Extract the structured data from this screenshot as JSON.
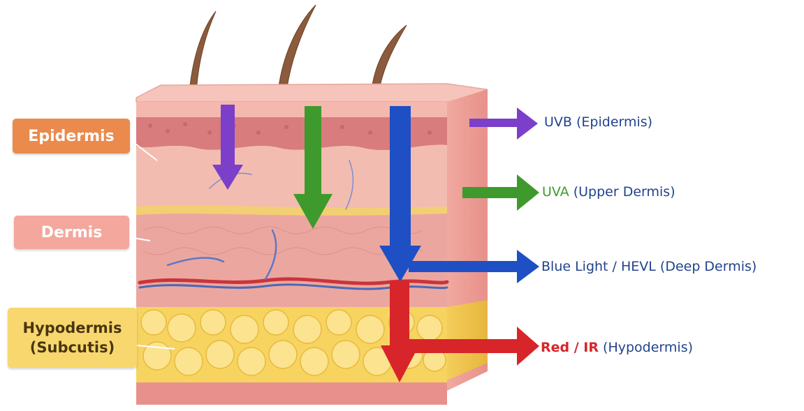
{
  "layers": {
    "epidermis": "Epidermis",
    "dermis": "Dermis",
    "hypodermis_line1": "Hypodermis",
    "hypodermis_line2": "(Subcutis)"
  },
  "penetration": [
    {
      "keyword": "UVB",
      "detail": "(Epidermis)",
      "color": "#7b3fc9"
    },
    {
      "keyword": "UVA",
      "detail": "(Upper Dermis)",
      "color": "#3e9a2c"
    },
    {
      "keyword": "Blue Light / HEVL",
      "detail": "(Deep Dermis)",
      "color": "#1f4fc4"
    },
    {
      "keyword": "Red / IR",
      "detail": "(Hypodermis)",
      "color": "#d8252a"
    }
  ],
  "colors": {
    "epidermis_tag": "#ea8a4c",
    "dermis_tag": "#f3a79d",
    "hypodermis_tag": "#f8d86e",
    "label_text": "#21438d"
  }
}
